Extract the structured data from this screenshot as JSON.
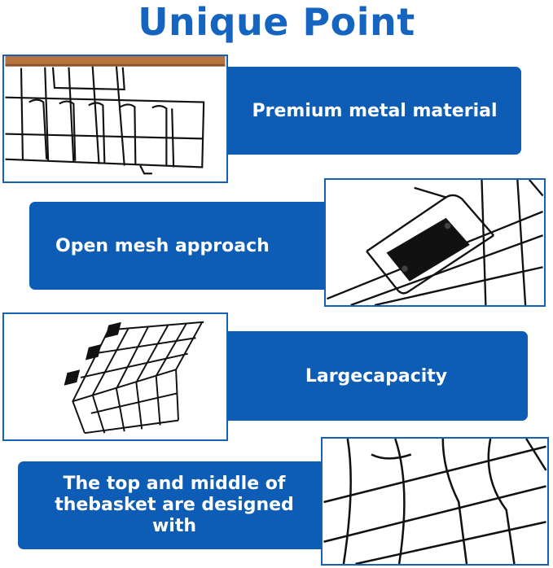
{
  "title": "Unique Point",
  "colors": {
    "accent": "#1565c0",
    "banner": "#0d5cb6",
    "wire": "#111111"
  },
  "features": [
    {
      "label": "Premium metal material",
      "image": "basket-under-desk"
    },
    {
      "label": "Open mesh approach",
      "image": "bracket-mesh-closeup"
    },
    {
      "label": "Largecapacity",
      "image": "basket-angled"
    },
    {
      "label": "The top and middle of thebasket are designed with",
      "image": "wire-grid-closeup"
    }
  ]
}
